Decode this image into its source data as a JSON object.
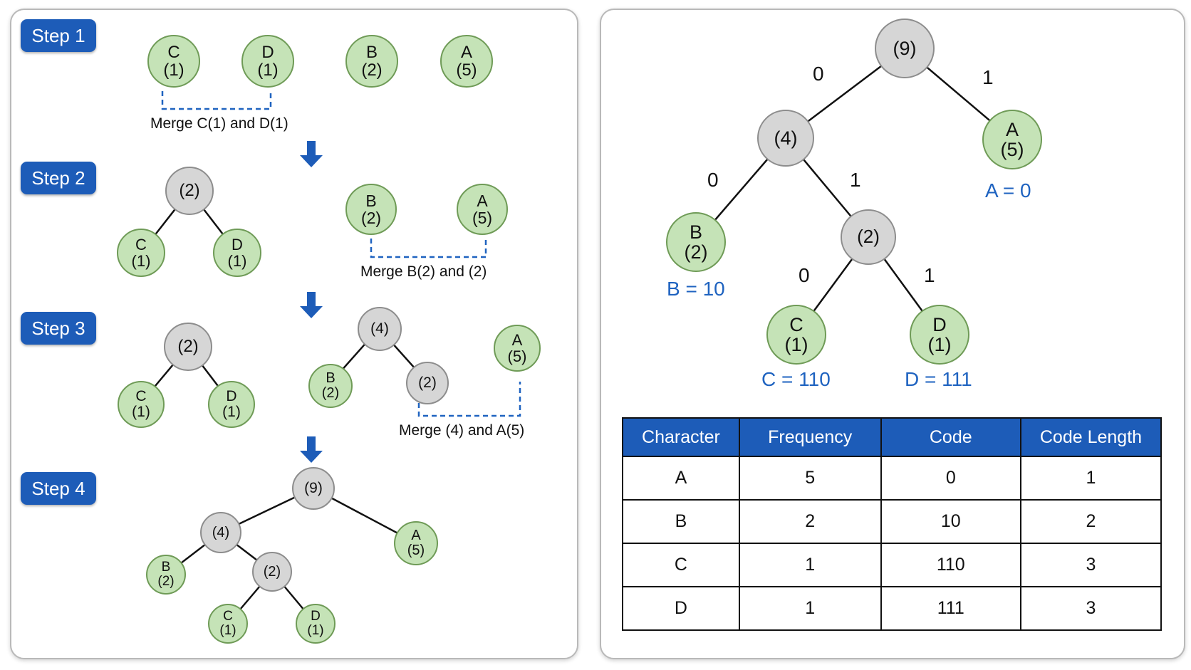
{
  "steps": {
    "step1": {
      "label": "Step 1",
      "nodes": [
        {
          "char": "C",
          "freq": "(1)"
        },
        {
          "char": "D",
          "freq": "(1)"
        },
        {
          "char": "B",
          "freq": "(2)"
        },
        {
          "char": "A",
          "freq": "(5)"
        }
      ],
      "merge_text": "Merge C(1) and D(1)"
    },
    "step2": {
      "label": "Step 2",
      "parent": "(2)",
      "children": [
        {
          "char": "C",
          "freq": "(1)"
        },
        {
          "char": "D",
          "freq": "(1)"
        }
      ],
      "others": [
        {
          "char": "B",
          "freq": "(2)"
        },
        {
          "char": "A",
          "freq": "(5)"
        }
      ],
      "merge_text": "Merge B(2) and (2)"
    },
    "step3": {
      "label": "Step 3",
      "left_tree": {
        "parent": "(2)",
        "children": [
          {
            "char": "C",
            "freq": "(1)"
          },
          {
            "char": "D",
            "freq": "(1)"
          }
        ]
      },
      "right_tree": {
        "root": "(4)",
        "left": {
          "char": "B",
          "freq": "(2)"
        },
        "right": "(2)"
      },
      "other": {
        "char": "A",
        "freq": "(5)"
      },
      "merge_text": "Merge (4) and A(5)"
    },
    "step4": {
      "label": "Step 4",
      "root": "(9)",
      "n4": "(4)",
      "n2": "(2)",
      "a": {
        "char": "A",
        "freq": "(5)"
      },
      "b": {
        "char": "B",
        "freq": "(2)"
      },
      "c": {
        "char": "C",
        "freq": "(1)"
      },
      "d": {
        "char": "D",
        "freq": "(1)"
      }
    }
  },
  "final_tree": {
    "root": "(9)",
    "n4": "(4)",
    "n2": "(2)",
    "a": {
      "char": "A",
      "freq": "(5)",
      "code": "A = 0"
    },
    "b": {
      "char": "B",
      "freq": "(2)",
      "code": "B = 10"
    },
    "c": {
      "char": "C",
      "freq": "(1)",
      "code": "C = 110"
    },
    "d": {
      "char": "D",
      "freq": "(1)",
      "code": "D = 111"
    },
    "edge_labels": {
      "root_left": "0",
      "root_right": "1",
      "n4_left": "0",
      "n4_right": "1",
      "n2_left": "0",
      "n2_right": "1"
    }
  },
  "code_table": {
    "headers": [
      "Character",
      "Frequency",
      "Code",
      "Code Length"
    ],
    "rows": [
      [
        "A",
        "5",
        "0",
        "1"
      ],
      [
        "B",
        "2",
        "10",
        "2"
      ],
      [
        "C",
        "1",
        "110",
        "3"
      ],
      [
        "D",
        "1",
        "111",
        "3"
      ]
    ]
  },
  "colors": {
    "badge_blue": "#1d5cb8",
    "leaf_green": "#c5e3b7",
    "inner_gray": "#d6d6d6",
    "code_blue": "#1f63c0"
  }
}
